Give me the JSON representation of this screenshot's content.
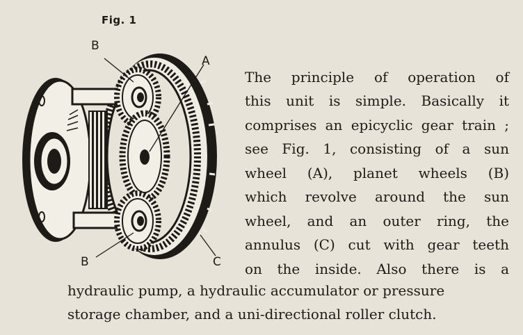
{
  "figure": {
    "caption": "Fig. 1",
    "callouts": {
      "b_top": "B",
      "a": "A",
      "b_bottom": "B",
      "c": "C"
    }
  },
  "text": {
    "lines": [
      "The principle of operation of",
      "this unit is simple.  Basically it",
      "comprises an epicyclic gear train ;",
      "see Fig. 1, consisting of a sun",
      "wheel (A), planet wheels (B)",
      "which revolve around the sun",
      "wheel, and an outer ring, the",
      "annulus (C) cut with gear teeth",
      "on the inside.  Also there is a"
    ],
    "full_lines": [
      "hydraulic pump, a hydraulic accumulator or pressure",
      "storage chamber, and a uni-directional roller clutch."
    ]
  },
  "colors": {
    "paper": "#e7e3d8",
    "ink": "#1d1b17"
  }
}
